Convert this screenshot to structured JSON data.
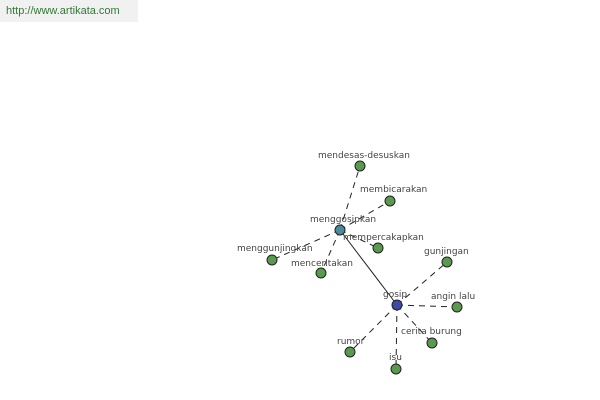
{
  "source": {
    "url_text": "http://www.artikata.com"
  },
  "graph": {
    "colors": {
      "leaf": "#5a9a4e",
      "hub_menggosipkan": "#4a8a9a",
      "hub_gosip": "#3e4aa8"
    },
    "hubs": [
      {
        "id": "menggosipkan",
        "label": "menggosipkan"
      },
      {
        "id": "gosip",
        "label": "gosip"
      }
    ],
    "leaves": [
      {
        "id": "mendesas-desuskan",
        "label": "mendesas-desuskan",
        "hub": "menggosipkan"
      },
      {
        "id": "membicarakan",
        "label": "membicarakan",
        "hub": "menggosipkan"
      },
      {
        "id": "mempercakapkan",
        "label": "mempercakapkan",
        "hub": "menggosipkan"
      },
      {
        "id": "menggunjingkan",
        "label": "menggunjingkan",
        "hub": "menggosipkan"
      },
      {
        "id": "menceritakan",
        "label": "menceritakan",
        "hub": "menggosipkan"
      },
      {
        "id": "gunjingan",
        "label": "gunjingan",
        "hub": "gosip"
      },
      {
        "id": "angin-lalu",
        "label": "angin lalu",
        "hub": "gosip"
      },
      {
        "id": "cerita-burung",
        "label": "cerita burung",
        "hub": "gosip"
      },
      {
        "id": "isu",
        "label": "isu",
        "hub": "gosip"
      },
      {
        "id": "rumor",
        "label": "rumor",
        "hub": "gosip"
      }
    ]
  }
}
